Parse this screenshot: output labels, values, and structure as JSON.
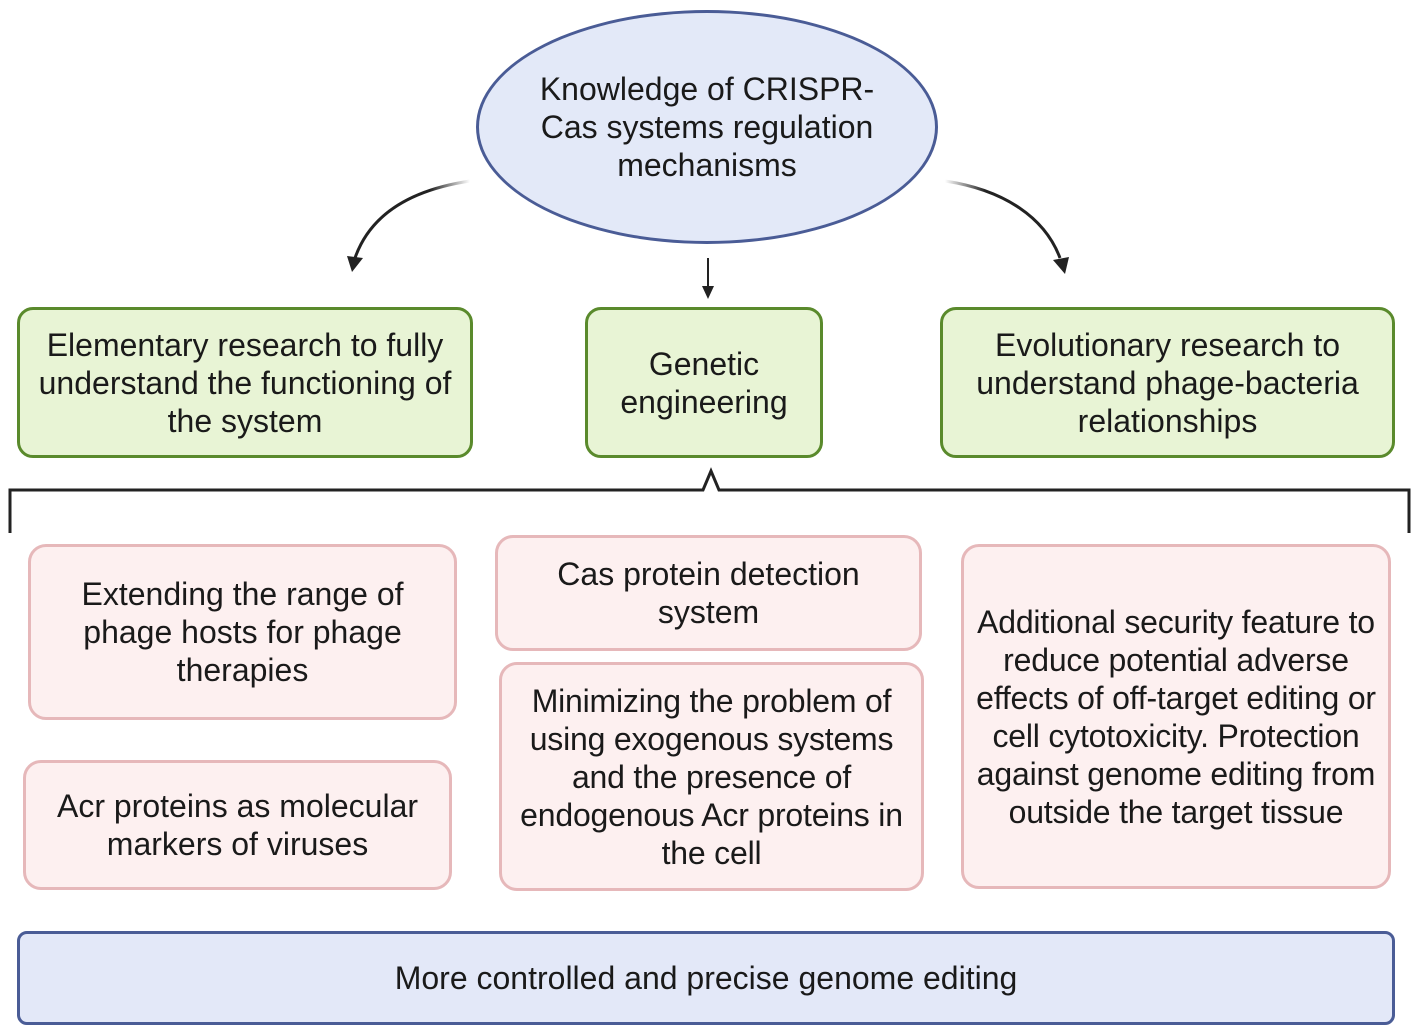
{
  "root": {
    "label": "Knowledge of CRISPR-Cas systems regulation mechanisms"
  },
  "areas": [
    {
      "id": "elementary",
      "label": "Elementary research to fully understand the functioning of the system"
    },
    {
      "id": "genetic",
      "label": "Genetic engineering"
    },
    {
      "id": "evolutionary",
      "label": "Evolutionary research to understand phage-bacteria relationships"
    }
  ],
  "applications": {
    "left": [
      {
        "label": "Extending the range of phage hosts for phage therapies"
      },
      {
        "label": "Acr proteins as molecular markers of viruses"
      }
    ],
    "center": [
      {
        "label": "Cas protein detection system"
      },
      {
        "label": "Minimizing the problem of using exogenous systems and the presence of endogenous Acr proteins in the cell"
      }
    ],
    "right": [
      {
        "label": "Additional security feature to reduce potential adverse effects of off-target editing or cell cytotoxicity. Protection against genome editing from outside the target tissue"
      }
    ]
  },
  "outcome": {
    "label": "More controlled and precise genome editing"
  },
  "colors": {
    "root_fill": "#e3e9f8",
    "root_border": "#4a5c96",
    "area_fill": "#e8f4d5",
    "area_border": "#5a8a2c",
    "application_fill": "#fdf0f0",
    "application_border": "#e6b8ba",
    "outcome_fill": "#e3e8f8",
    "outcome_border": "#4a5c96",
    "line": "#222222"
  }
}
